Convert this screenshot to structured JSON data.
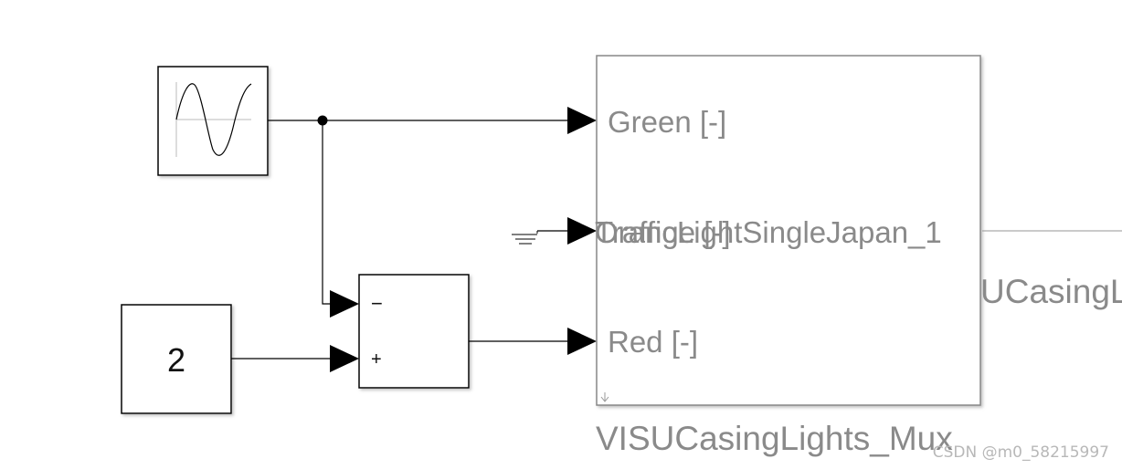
{
  "blocks": {
    "constant": {
      "value": "2"
    },
    "sum": {
      "minus_sign": "−",
      "plus_sign": "+"
    },
    "mux": {
      "ports": [
        "Green [-]",
        "Orange [-]",
        "Red [-]"
      ],
      "overlap_label": "TrafficLightSingleJapan_1",
      "name": "VISUCasingLights_Mux",
      "clipped_right_label": "UCasingL"
    }
  },
  "watermark": "CSDN @m0_58215997",
  "colors": {
    "line": "#000000",
    "label_gray": "#8a8a8a",
    "block_border": "#000000"
  }
}
